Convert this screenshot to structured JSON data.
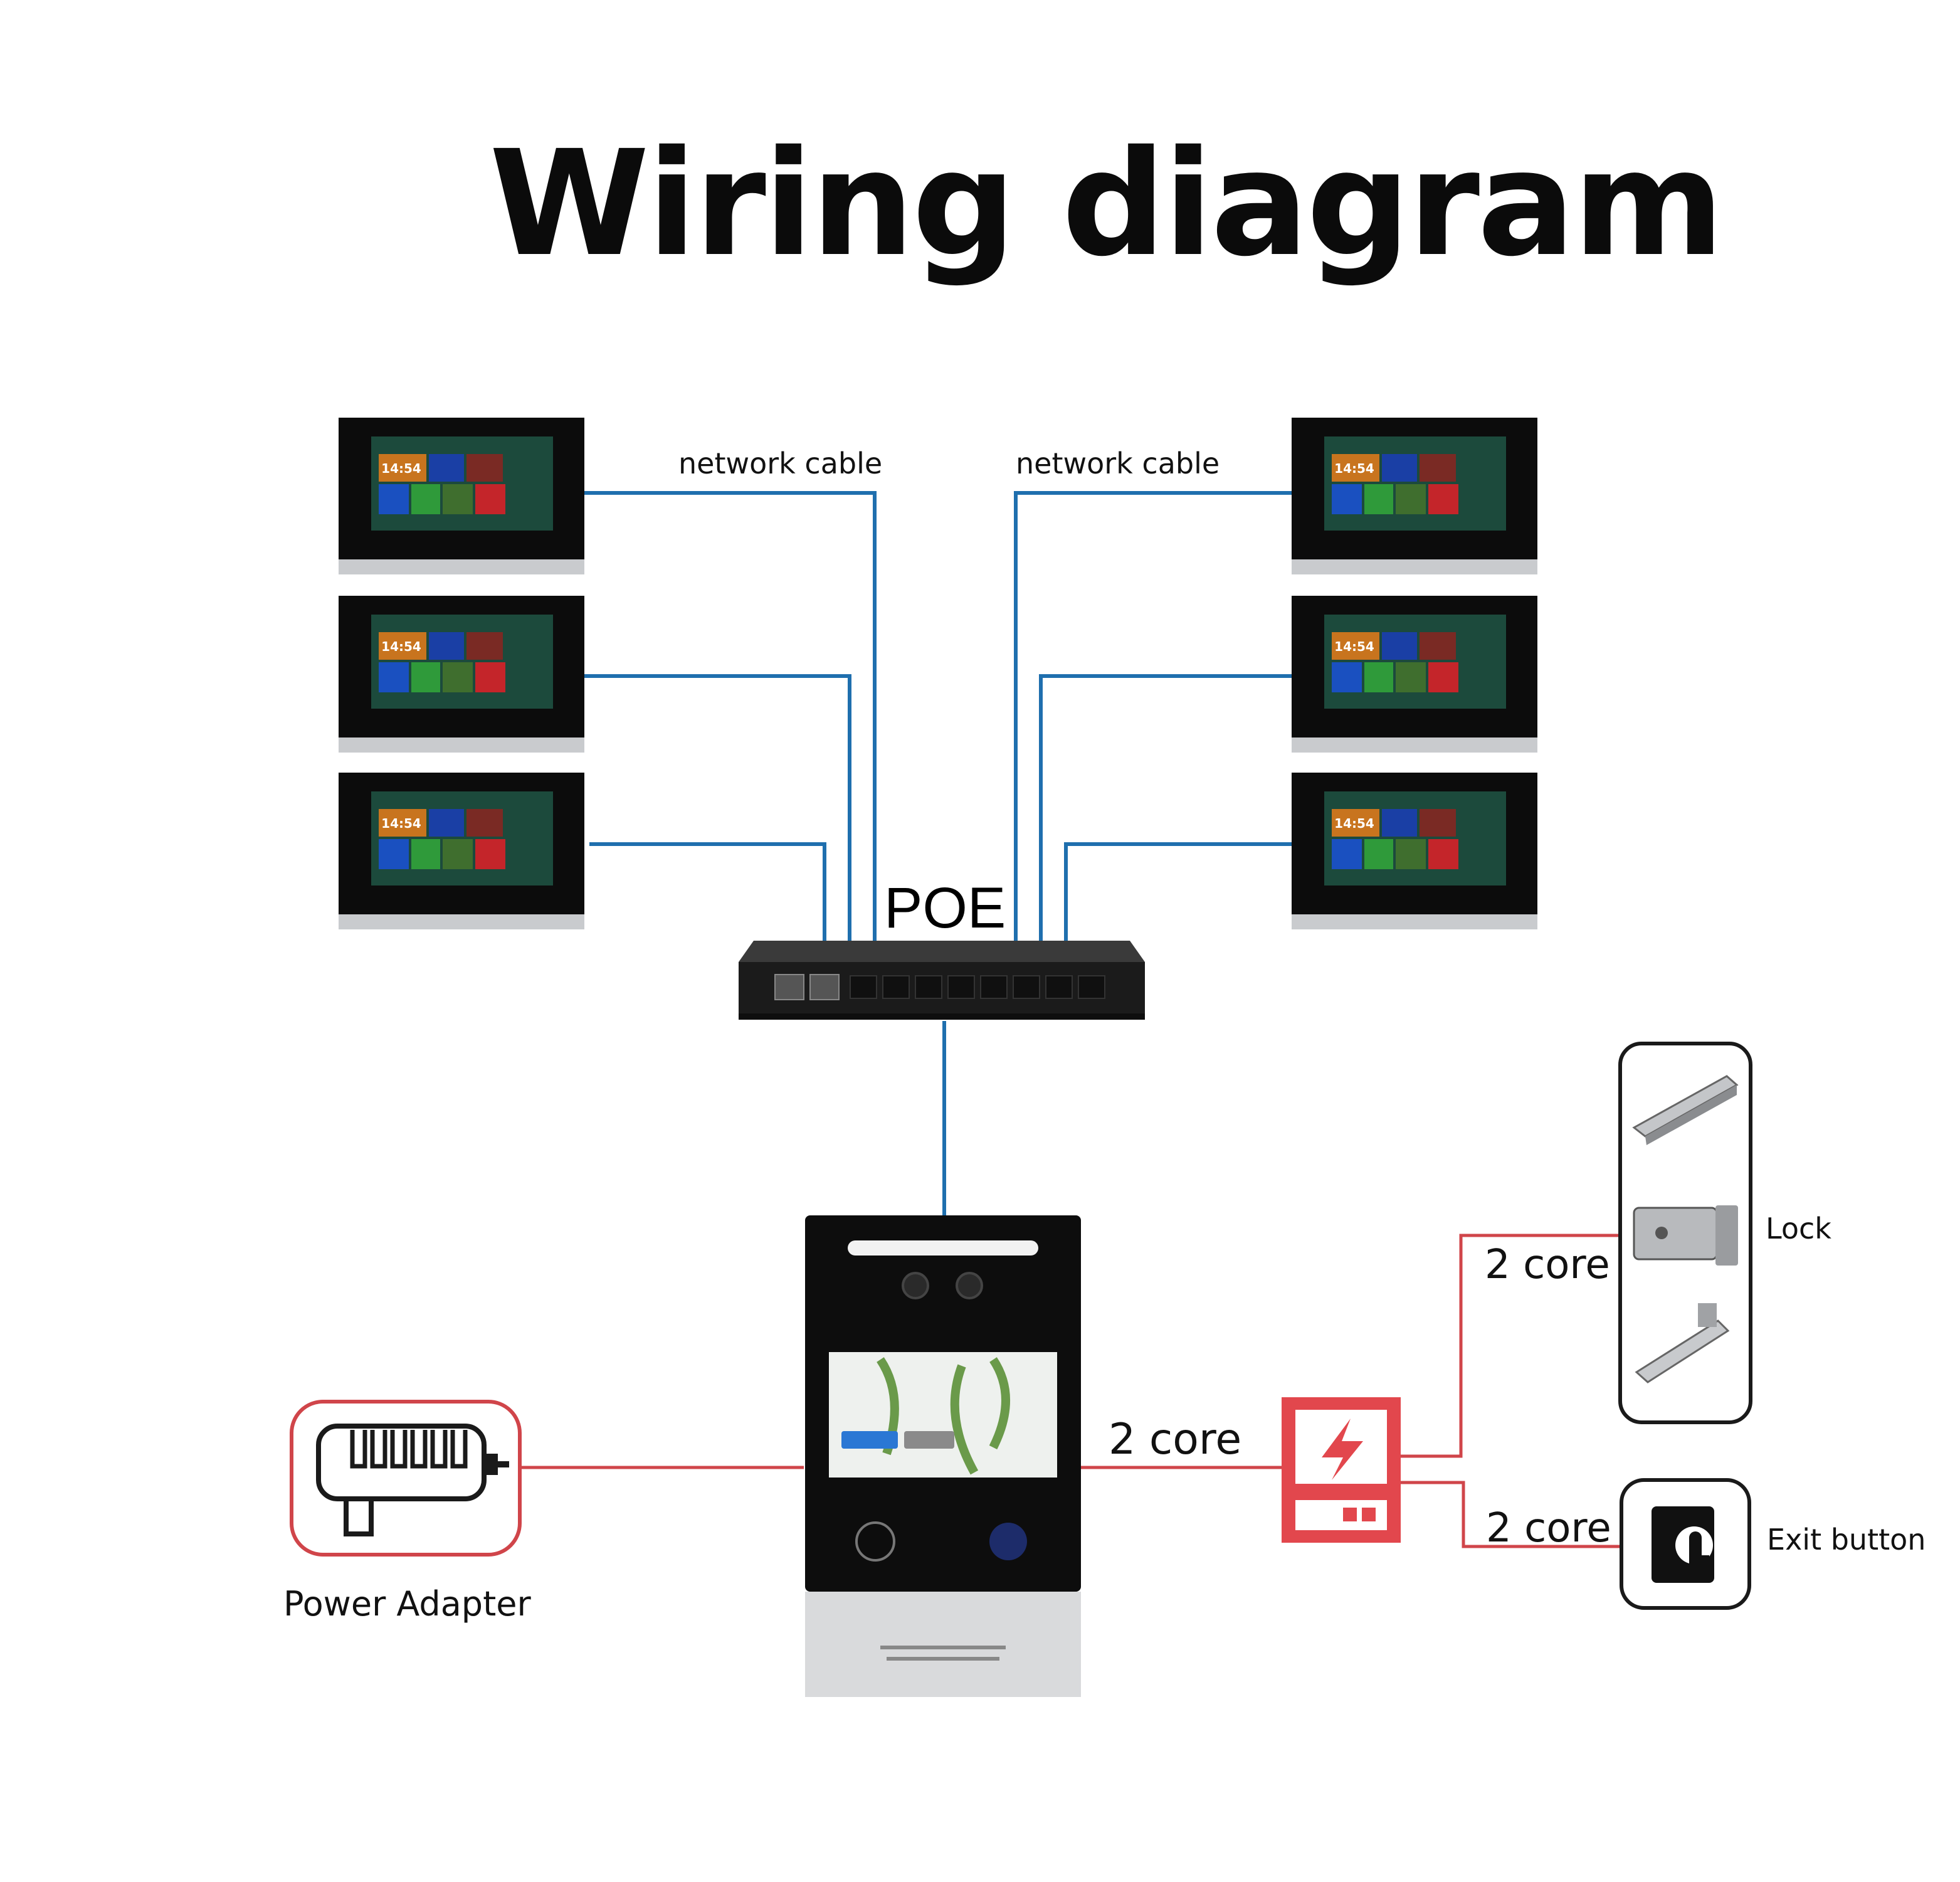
{
  "title": "Wiring diagram",
  "labels": {
    "network_cable_left": "network cable",
    "network_cable_right": "network cable",
    "poe": "POE",
    "core_main": "2 core",
    "core_lock": "2 core",
    "core_exit": "2 core",
    "lock": "Lock",
    "exit_button": "Exit button",
    "power_adapter": "Power Adapter"
  },
  "monitor": {
    "clock": "14:54",
    "count": 6
  },
  "colors": {
    "network_cable": "#1f6fae",
    "power_wire": "#d0454a",
    "controller": "#e2474d",
    "monitor_bezel": "#0c0c0c",
    "panel_silver": "#d9dadc"
  }
}
